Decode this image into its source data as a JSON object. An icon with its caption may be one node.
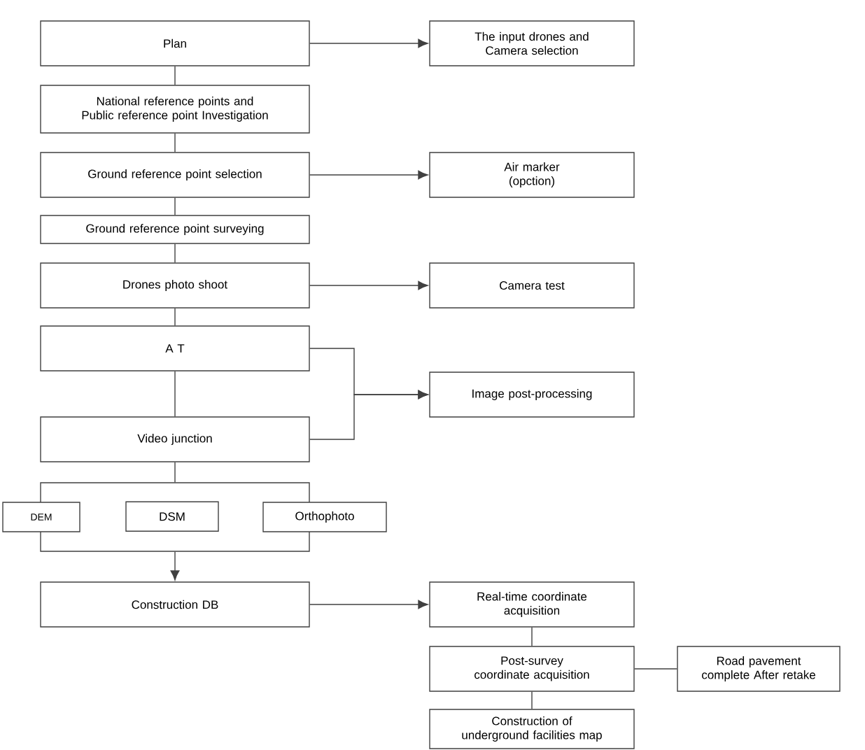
{
  "diagram": {
    "nodes": [
      {
        "text": [
          "Plan"
        ]
      },
      {
        "text": [
          "The input drones and Camera selection"
        ]
      },
      {
        "text": [
          "National reference points and Public reference point Investigation"
        ]
      },
      {
        "text": [
          "Ground reference point selection"
        ]
      },
      {
        "text": [
          "Air marker (opction)"
        ]
      },
      {
        "text": [
          "Ground reference point surveying"
        ]
      },
      {
        "text": [
          "Drones photo shoot"
        ]
      },
      {
        "text": [
          "Camera test"
        ]
      },
      {
        "text": [
          "A T"
        ]
      },
      {
        "text": [
          "Image post-processing"
        ]
      },
      {
        "text": [
          "Video junction"
        ]
      },
      {
        "text": [],
        "shape": "box"
      },
      {
        "text": [
          "DEM"
        ]
      },
      {
        "text": [
          "DSM"
        ],
        "in": 11
      },
      {
        "text": [
          "Orthophoto"
        ]
      },
      {
        "text": [
          "Construction DB"
        ]
      },
      {
        "text": [
          "Real-time coordinate acquisition"
        ]
      },
      {
        "text": [
          "Post-survey coordinate acquisition"
        ]
      },
      {
        "text": [
          "Road pavement complete After retake"
        ]
      },
      {
        "text": [
          "Construction of underground facilities map"
        ]
      }
    ],
    "edges": [
      {
        "from": 0,
        "to": 1,
        "arrow": "to"
      },
      {
        "from": 0,
        "to": 2,
        "arrow": "none"
      },
      {
        "from": 2,
        "to": 3,
        "arrow": "none"
      },
      {
        "from": 3,
        "to": 4,
        "arrow": "to"
      },
      {
        "from": 3,
        "to": 5,
        "arrow": "none"
      },
      {
        "from": 5,
        "to": 6,
        "arrow": "none"
      },
      {
        "from": 6,
        "to": 7,
        "arrow": "to"
      },
      {
        "from": 6,
        "to": 8,
        "arrow": "none"
      },
      {
        "from": 8,
        "to": 9,
        "arrow": "to"
      },
      {
        "from": 10,
        "to": 9,
        "arrow": "to"
      },
      {
        "from": 8,
        "to": 10,
        "arrow": "none"
      },
      {
        "from": 10,
        "to": 11,
        "arrow": "none"
      },
      {
        "from": 11,
        "to": 15,
        "arrow": "to"
      },
      {
        "from": 15,
        "to": 16,
        "arrow": "to"
      },
      {
        "from": 16,
        "to": 17,
        "arrow": "none"
      },
      {
        "from": 17,
        "to": 18,
        "arrow": "none"
      },
      {
        "from": 17,
        "to": 19,
        "arrow": "none"
      }
    ]
  }
}
